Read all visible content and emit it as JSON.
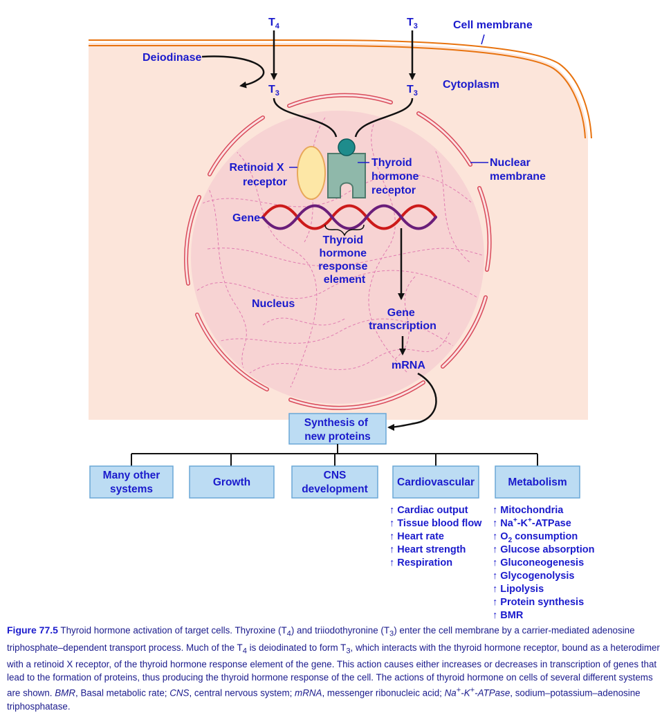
{
  "labels": {
    "t4": "T",
    "t4_sub": "4",
    "t3": "T",
    "t3_sub": "3",
    "cell_membrane": "Cell membrane",
    "deiodinase": "Deiodinase",
    "cytoplasm": "Cytoplasm",
    "retinoid_x_receptor": [
      "Retinoid X",
      "receptor"
    ],
    "thyroid_hormone_receptor": [
      "Thyroid",
      "hormone",
      "receptor"
    ],
    "nuclear_membrane": [
      "Nuclear",
      "membrane"
    ],
    "gene": "Gene",
    "thyroid_hormone_response_element": [
      "Thyroid",
      "hormone",
      "response",
      "element"
    ],
    "nucleus": "Nucleus",
    "gene_transcription": [
      "Gene",
      "transcription"
    ],
    "mrna": "mRNA"
  },
  "synthesis_box": [
    "Synthesis of",
    "new proteins"
  ],
  "systems": [
    {
      "label": [
        "Many other",
        "systems"
      ]
    },
    {
      "label": [
        "Growth"
      ]
    },
    {
      "label": [
        "CNS",
        "development"
      ]
    },
    {
      "label": [
        "Cardiovascular"
      ]
    },
    {
      "label": [
        "Metabolism"
      ]
    }
  ],
  "arrow_symbol": "↑",
  "cardiovascular_effects": [
    "Cardiac output",
    "Tissue blood flow",
    "Heart rate",
    "Heart strength",
    "Respiration"
  ],
  "metabolism_effects": [
    {
      "text": "Mitochondria"
    },
    {
      "text": "Na",
      "sup1": "+",
      "mid": "-K",
      "sup2": "+",
      "end": "-ATPase"
    },
    {
      "text": "O",
      "sub": "2",
      "end": " consumption"
    },
    {
      "text": "Glucose absorption"
    },
    {
      "text": "Gluconeogenesis"
    },
    {
      "text": "Glycogenolysis"
    },
    {
      "text": "Lipolysis"
    },
    {
      "text": "Protein synthesis"
    },
    {
      "text": "BMR"
    }
  ],
  "caption": {
    "figure": "Figure 77.5",
    "p1": " Thyroid hormone activation of target cells. Thyroxine (T",
    "p1_sub": "4",
    "p2": ") and triiodothyronine (T",
    "p2_sub": "3",
    "p3": ") enter the cell membrane by a carrier-mediated adenosine triphosphate–dependent transport process. Much of the T",
    "p3_sub": "4",
    "p4": " is deiodinated to form T",
    "p4_sub": "3",
    "p5": ", which interacts with the thyroid hormone receptor, bound as a heterodimer with a retinoid X receptor, of the thyroid hormone response element of the gene. This action causes either increases or decreases in transcription of genes that lead to the formation of proteins, thus producing the thyroid hormone response of the cell. The actions of thyroid hormone on cells of several different systems are shown. ",
    "bmr_abbr": "BMR",
    "bmr_def": ", Basal metabolic rate; ",
    "cns_abbr": "CNS",
    "cns_def": ", central nervous system; ",
    "mrna_abbr": "mRNA",
    "mrna_def": ", messenger ribonucleic acid; ",
    "na_abbr_a": "Na",
    "na_abbr_sup1": "+",
    "na_abbr_b": "-K",
    "na_abbr_sup2": "+",
    "na_abbr_c": "-ATPase",
    "na_def": ", sodium–potassium–adenosine triphosphatase."
  },
  "colors": {
    "cytoplasm": "#fce5da",
    "membrane": "#e8730f",
    "nucleus": "#f7d3d3",
    "nuclear_border": "#d94a5a",
    "chromatin": "#e07bb0",
    "box_fill": "#bcdcf3",
    "box_border": "#6aa7d6",
    "label": "#1a1acc"
  }
}
